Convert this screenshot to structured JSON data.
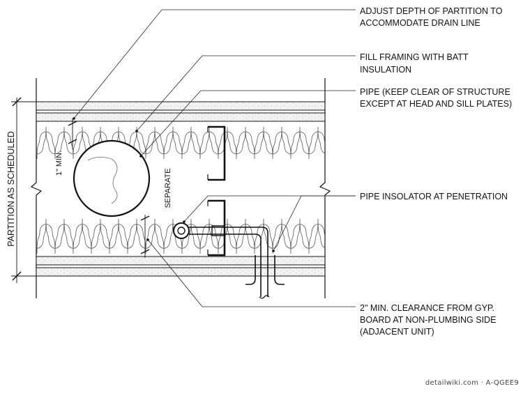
{
  "notes": {
    "adjust_depth_line1": "ADJUST DEPTH OF PARTITION TO",
    "adjust_depth_line2": "ACCOMMODATE DRAIN LINE",
    "fill_framing_line1": "FILL FRAMING WITH BATT",
    "fill_framing_line2": "INSULATION",
    "pipe_line1": "PIPE (KEEP CLEAR OF STRUCTURE",
    "pipe_line2": "EXCEPT AT HEAD AND SILL PLATES)",
    "pipe_insulator": "PIPE INSOLATOR AT PENETRATION",
    "clearance_line1": "2\" MIN. CLEARANCE FROM GYP.",
    "clearance_line2": "BOARD AT NON-PLUMBING SIDE",
    "clearance_line3": "(ADJACENT UNIT)"
  },
  "dimensions": {
    "partition": "PARTITION AS SCHEDULED",
    "min_gap": "1\" MIN.",
    "separate": "SEPARATE"
  },
  "watermark": "detailwiki.com · A-QGEE9"
}
